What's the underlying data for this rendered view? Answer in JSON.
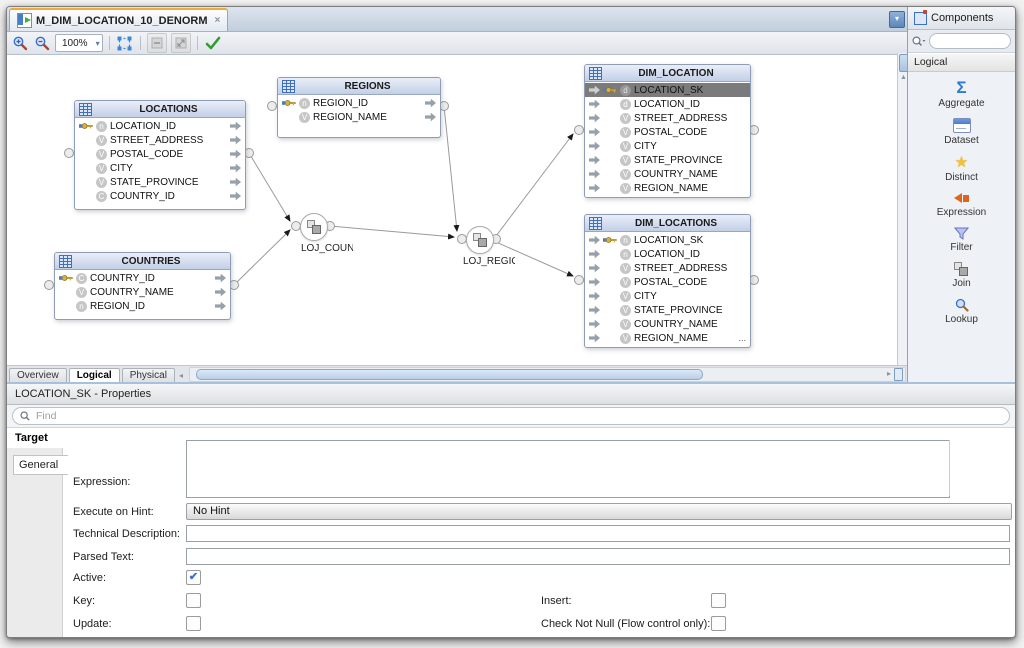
{
  "window": {
    "tab_title": "M_DIM_LOCATION_10_DENORM",
    "close_glyph": "×"
  },
  "toolbar": {
    "zoom_level": "100%",
    "dropdown_glyph": "▾"
  },
  "icons": {
    "scroll_left": "◂",
    "scroll_right": "▸",
    "scroll_up": "▲",
    "tab_dropdown": "▾"
  },
  "canvas": {
    "tables": [
      {
        "name": "LOCATIONS",
        "kind": "source",
        "columns": [
          {
            "name": "LOCATION_ID",
            "type": "n",
            "key": true
          },
          {
            "name": "STREET_ADDRESS",
            "type": "V"
          },
          {
            "name": "POSTAL_CODE",
            "type": "V"
          },
          {
            "name": "CITY",
            "type": "V"
          },
          {
            "name": "STATE_PROVINCE",
            "type": "V"
          },
          {
            "name": "COUNTRY_ID",
            "type": "C"
          }
        ]
      },
      {
        "name": "REGIONS",
        "kind": "source",
        "columns": [
          {
            "name": "REGION_ID",
            "type": "n",
            "key": true
          },
          {
            "name": "REGION_NAME",
            "type": "V"
          }
        ]
      },
      {
        "name": "COUNTRIES",
        "kind": "source",
        "columns": [
          {
            "name": "COUNTRY_ID",
            "type": "C",
            "key": true
          },
          {
            "name": "COUNTRY_NAME",
            "type": "V"
          },
          {
            "name": "REGION_ID",
            "type": "n"
          }
        ]
      },
      {
        "name": "DIM_LOCATION",
        "kind": "target",
        "columns": [
          {
            "name": "LOCATION_SK",
            "type": "d",
            "key": true,
            "selected": true
          },
          {
            "name": "LOCATION_ID",
            "type": "d"
          },
          {
            "name": "STREET_ADDRESS",
            "type": "V"
          },
          {
            "name": "POSTAL_CODE",
            "type": "V"
          },
          {
            "name": "CITY",
            "type": "V"
          },
          {
            "name": "STATE_PROVINCE",
            "type": "V"
          },
          {
            "name": "COUNTRY_NAME",
            "type": "V"
          },
          {
            "name": "REGION_NAME",
            "type": "V"
          }
        ]
      },
      {
        "name": "DIM_LOCATIONS",
        "kind": "target",
        "columns": [
          {
            "name": "LOCATION_SK",
            "type": "n",
            "key": true
          },
          {
            "name": "LOCATION_ID",
            "type": "n"
          },
          {
            "name": "STREET_ADDRESS",
            "type": "V"
          },
          {
            "name": "POSTAL_CODE",
            "type": "V"
          },
          {
            "name": "CITY",
            "type": "V"
          },
          {
            "name": "STATE_PROVINCE",
            "type": "V"
          },
          {
            "name": "COUNTRY_NAME",
            "type": "V"
          },
          {
            "name": "REGION_NAME",
            "type": "V",
            "ellipsis": "..."
          }
        ]
      }
    ],
    "joins": [
      {
        "label": "LOJ_COUN"
      },
      {
        "label": "LOJ_REGIO"
      }
    ]
  },
  "editor_tabs": {
    "overview": "Overview",
    "logical": "Logical",
    "physical": "Physical"
  },
  "components": {
    "title": "Components",
    "section_header": "Logical",
    "items": [
      {
        "label": "Aggregate"
      },
      {
        "label": "Dataset"
      },
      {
        "label": "Distinct"
      },
      {
        "label": "Expression"
      },
      {
        "label": "Filter"
      },
      {
        "label": "Join"
      },
      {
        "label": "Lookup"
      }
    ]
  },
  "properties": {
    "title": "LOCATION_SK - Properties",
    "find_placeholder": "Find",
    "section_label": "Target",
    "nav_tab": "General",
    "labels": {
      "expression": "Expression:",
      "execute_on_hint": "Execute on Hint:",
      "technical_description": "Technical Description:",
      "parsed_text": "Parsed Text:",
      "active": "Active:",
      "key": "Key:",
      "update": "Update:",
      "insert": "Insert:",
      "check_not_null": "Check Not Null (Flow control only):"
    },
    "values": {
      "execute_on_hint": "No Hint",
      "expression": "",
      "technical_description": "",
      "parsed_text": ""
    },
    "checkboxes": {
      "active": true,
      "key": false,
      "update": false,
      "insert": false,
      "check_not_null": false
    }
  }
}
